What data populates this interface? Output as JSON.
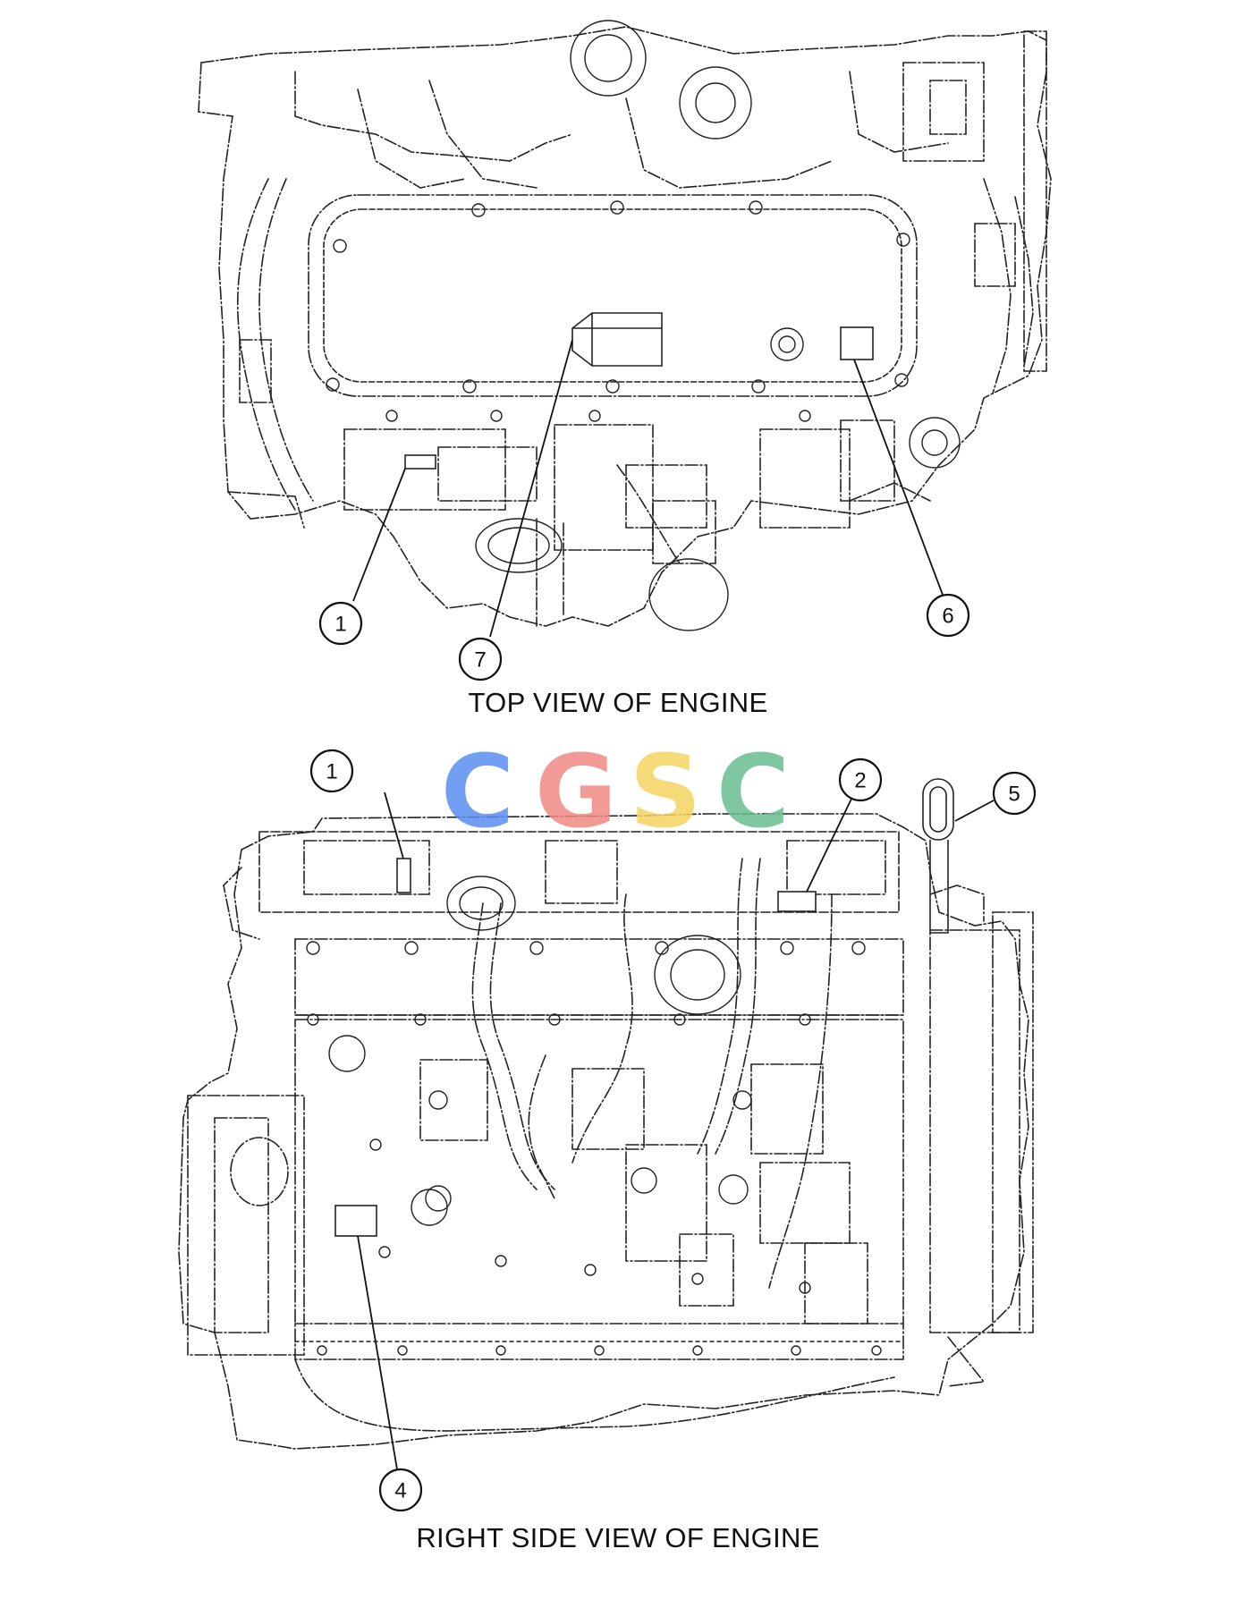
{
  "top_view": {
    "caption": "TOP VIEW OF ENGINE",
    "callouts": [
      "1",
      "7",
      "6"
    ]
  },
  "side_view": {
    "caption": "RIGHT SIDE VIEW OF ENGINE",
    "callouts": [
      "1",
      "2",
      "5",
      "4"
    ]
  },
  "watermark": {
    "letters": [
      "C",
      "G",
      "S",
      "C"
    ],
    "colors": [
      "#5b8ef0",
      "#f08a84",
      "#f5d35f",
      "#67bd8f"
    ]
  },
  "line_color": "#222222"
}
